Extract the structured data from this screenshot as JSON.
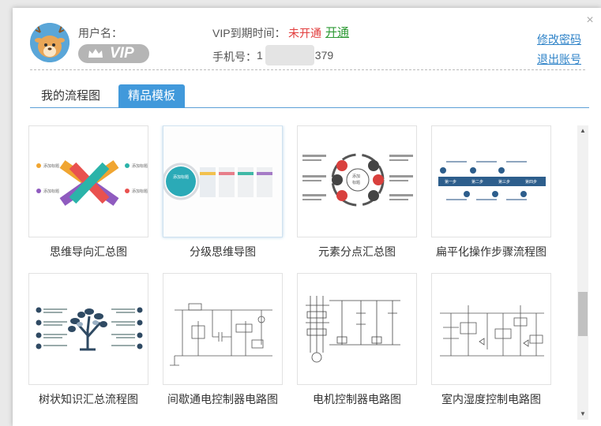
{
  "header": {
    "username_label": "用户名：",
    "vip_badge": "VIP",
    "vip_expiry_label": "VIP到期时间：",
    "vip_status": "未开通",
    "vip_open_link": "开通",
    "phone_label": "手机号：",
    "phone_prefix": "1",
    "phone_suffix": "379",
    "change_password": "修改密码",
    "logout": "退出账号",
    "close": "×"
  },
  "tabs": [
    {
      "label": "我的流程图",
      "active": false
    },
    {
      "label": "精品模板",
      "active": true
    }
  ],
  "templates": [
    {
      "title": "思维导向汇总图"
    },
    {
      "title": "分级思维导图"
    },
    {
      "title": "元素分点汇总图"
    },
    {
      "title": "扁平化操作步骤流程图"
    },
    {
      "title": "树状知识汇总流程图"
    },
    {
      "title": "间歇通电控制器电路图"
    },
    {
      "title": "电机控制器电路图"
    },
    {
      "title": "室内湿度控制电路图"
    }
  ],
  "thumb_text": {
    "add_title": "添加标题",
    "add_title_split_1": "添加",
    "add_title_split_2": "标题",
    "step_1": "第一步",
    "step_2": "第二步",
    "step_3": "第三步",
    "step_4": "第四步"
  },
  "colors": {
    "accent": "#4199db",
    "link": "#2f83c8",
    "status_red": "#e23c3c",
    "open_green": "#2e9a35"
  }
}
